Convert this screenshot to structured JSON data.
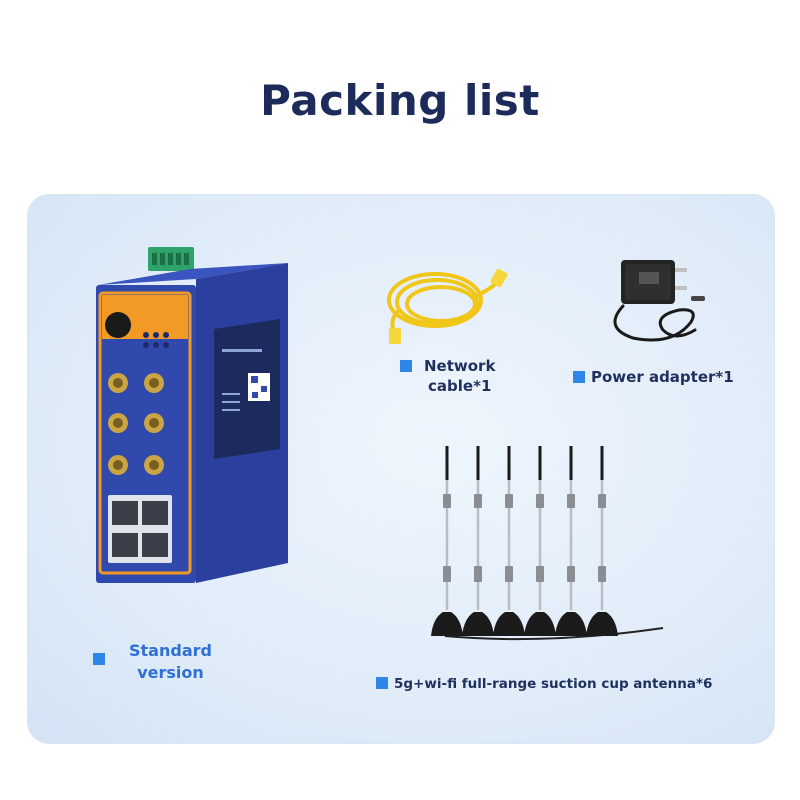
{
  "title": "Packing list",
  "items": {
    "router": {
      "label_line1": "Standard",
      "label_line2": "version"
    },
    "network_cable": {
      "label_line1": "Network",
      "label_line2": "cable*1"
    },
    "power_adapter": {
      "label": "Power adapter*1"
    },
    "antenna": {
      "label": "5g+wi-fi full-range suction cup antenna*6",
      "count": 6
    }
  },
  "colors": {
    "title": "#1c2b5a",
    "bullet": "#2f86e9",
    "device_body": "#2b3f9e",
    "accent_orange": "#f39a26"
  }
}
